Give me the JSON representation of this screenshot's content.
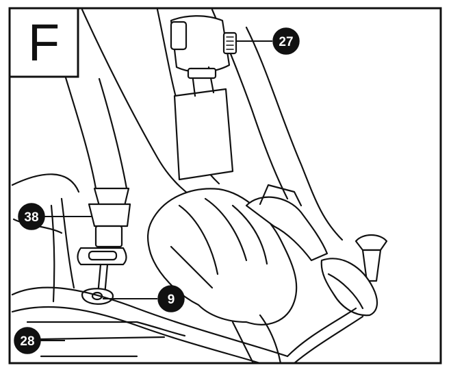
{
  "panel": {
    "letter": "F"
  },
  "callouts": [
    {
      "id": "27",
      "label": "27"
    },
    {
      "id": "38",
      "label": "38"
    },
    {
      "id": "9",
      "label": "9"
    },
    {
      "id": "28",
      "label": "28"
    }
  ],
  "colors": {
    "ink": "#111111",
    "paper": "#ffffff"
  }
}
